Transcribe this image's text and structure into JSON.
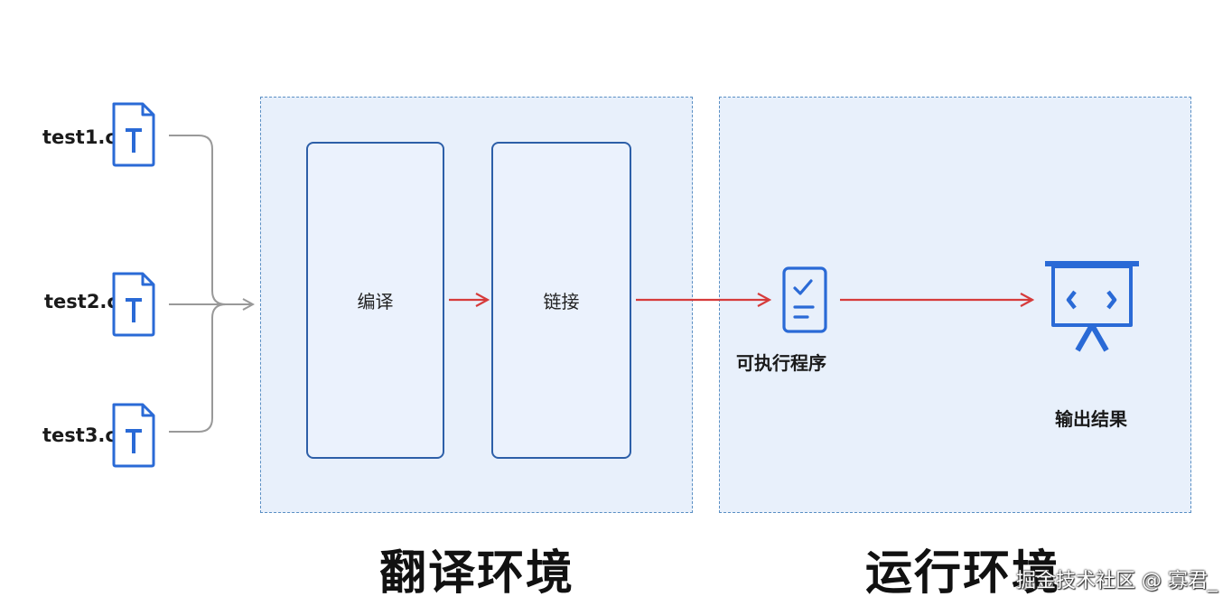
{
  "files": [
    {
      "name": "test1.c",
      "icon": "document-t-icon"
    },
    {
      "name": "test2.c",
      "icon": "document-t-icon"
    },
    {
      "name": "test3.c",
      "icon": "document-t-icon"
    }
  ],
  "stages": {
    "compile": "编译",
    "link": "链接"
  },
  "outputs": {
    "executable": {
      "label": "可执行程序",
      "icon": "checklist-document-icon"
    },
    "result": {
      "label": "输出结果",
      "icon": "presentation-board-code-icon"
    }
  },
  "environments": {
    "translate": "翻译环境",
    "runtime": "运行环境"
  },
  "watermark": "掘金技术社区 @ 寡君_",
  "colors": {
    "icon_blue": "#2a6ad6",
    "box_border": "#2d5fa8",
    "env_background": "#e8f0fb",
    "env_border": "#5a8fc4",
    "arrow_red": "#d63b3b",
    "connector_gray": "#999999"
  }
}
